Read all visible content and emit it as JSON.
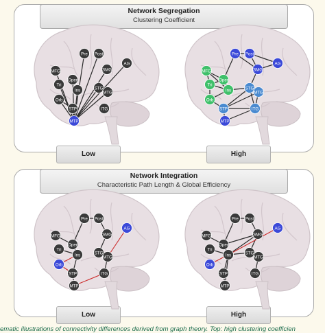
{
  "panels": [
    {
      "title": "Network Segregation",
      "subtitle": "Clustering Coefficient",
      "left_label": "Low",
      "right_label": "High"
    },
    {
      "title": "Network Integration",
      "subtitle": "Characteristic Path Length & Global Efficiency",
      "left_label": "Low",
      "right_label": "High"
    }
  ],
  "node_labels": {
    "Pre": "Pre",
    "Post": "Post",
    "AG": "AG",
    "SMG": "SMG",
    "MFG": "MFG",
    "Oper": "Oper",
    "Tri": "Tri",
    "Ins": "Ins",
    "STG": "STG",
    "Orb": "Orb",
    "MTG": "MTG",
    "STP": "STP",
    "ITG": "ITG",
    "MTP": "MTP"
  },
  "caption": "ematic illustrations of connectivity differences derived from graph theory. Top: high clustering coefficien",
  "colors": {
    "dark_node": "#3a3a3a",
    "blue_node": "#3b49d8",
    "green_node": "#3fc06a",
    "light_blue_node": "#4a8ad0",
    "red_edge": "#cc2a2a",
    "edge": "#2a2a2a",
    "brain": "#e8dfe3"
  }
}
